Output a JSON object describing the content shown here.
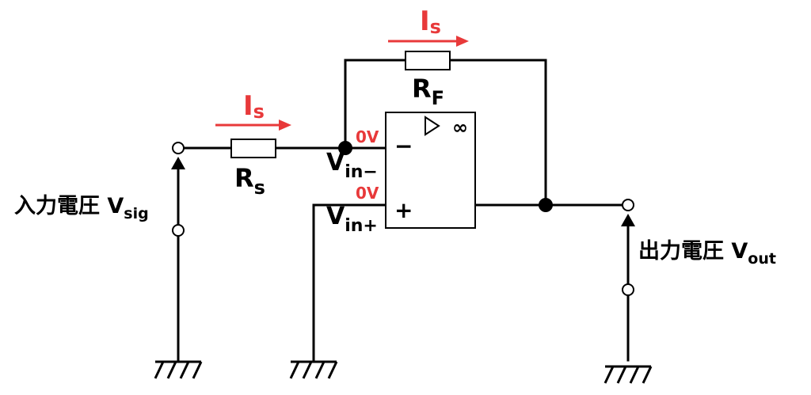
{
  "labels": {
    "current_top": "I",
    "current_top_sub": "s",
    "current_left": "I",
    "current_left_sub": "s",
    "rf_main": "R",
    "rf_sub": "F",
    "rs_main": "R",
    "rs_sub": "s",
    "v_inv_node": "0V",
    "v_noninv_node": "0V",
    "vin_minus_main": "V",
    "vin_minus_sub": "in−",
    "vin_plus_main": "V",
    "vin_plus_sub": "in+",
    "minus_sign": "−",
    "plus_sign": "+",
    "opamp_gain": "∞",
    "input_voltage_main": "入力電圧 V",
    "input_voltage_sub": "sig",
    "output_voltage_main": "出力電圧 V",
    "output_voltage_sub": "out"
  },
  "colors": {
    "wire": "#000000",
    "current": "#e8393a"
  }
}
